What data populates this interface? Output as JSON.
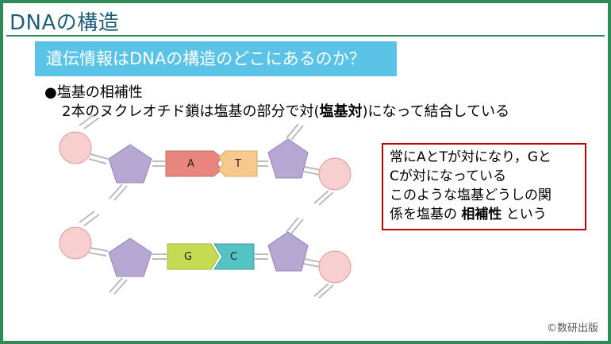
{
  "slide": {
    "title": "DNAの構造",
    "banner": "遺伝情報はDNAの構造のどこにあるのか？",
    "bullet_heading": "塩基の相補性",
    "bullet_text_before": "2本のヌクレオチド鎖は塩基の部分で対(",
    "bullet_text_bold": "塩基対",
    "bullet_text_after": ")になって結合している",
    "note_lines": [
      "常にAとTが対になり，Gと",
      "Cが対になっている",
      "このような塩基どうしの関"
    ],
    "note_line4_before": "係を塩基の ",
    "note_line4_bold": "相補性",
    "note_line4_after": " という",
    "copyright": "©数研出版"
  },
  "diagram": {
    "pairs": [
      {
        "left": "A",
        "right": "T",
        "left_color": "#e8857f",
        "right_color": "#f7c98c"
      },
      {
        "left": "G",
        "right": "C",
        "left_color": "#c6db52",
        "right_color": "#55c3c3"
      }
    ],
    "sugar_color": "#b7a7d3",
    "phosphate_color": "#f7cfcf"
  }
}
